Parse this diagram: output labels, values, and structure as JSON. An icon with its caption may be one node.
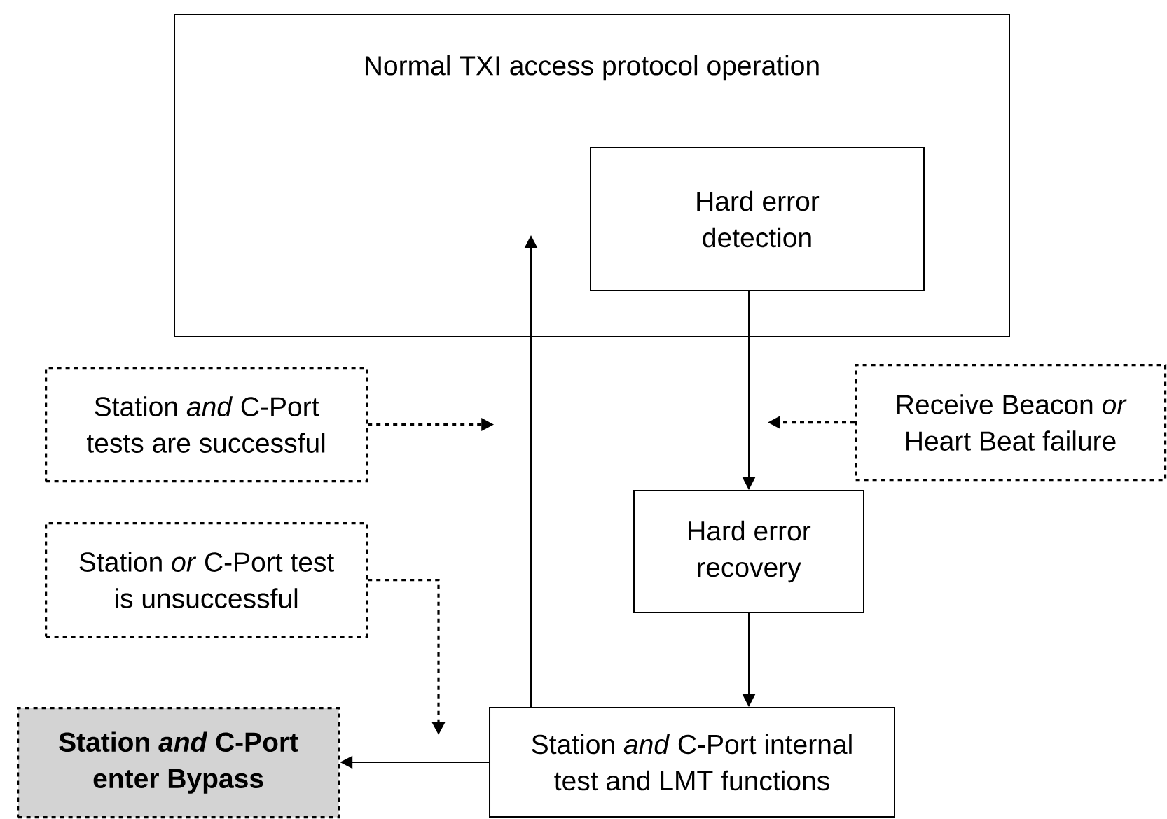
{
  "diagram": {
    "nodes": [
      {
        "text": [
          "Normal TXI access protocol operation"
        ]
      },
      {
        "text": [
          "Hard error detection"
        ],
        "in": 0
      },
      {
        "text": [
          "Station *and* C-Port tests are successful"
        ]
      },
      {
        "text": [
          "Receive Beacon *or* Heart Beat failure"
        ]
      },
      {
        "text": [
          "Hard error recovery"
        ]
      },
      {
        "text": [
          "Station *or* C-Port test is unsuccessful"
        ]
      },
      {
        "text": [
          "Station *and* C-Port enter Bypass"
        ]
      },
      {
        "text": [
          "Station *and* C-Port internal test and LMT functions"
        ]
      }
    ],
    "edges": [
      {
        "from": 1,
        "to": 4,
        "arrow": "to"
      },
      {
        "from": 4,
        "to": 7,
        "arrow": "to"
      },
      {
        "from": 7,
        "to": null,
        "arrow": "to"
      },
      {
        "from": 7,
        "to": 6,
        "arrow": "to"
      },
      {
        "from": 2,
        "to": null,
        "arrow": "to",
        "style": "dashed"
      },
      {
        "from": 3,
        "to": null,
        "arrow": "to",
        "style": "dashed"
      },
      {
        "from": 5,
        "to": null,
        "arrow": "to",
        "style": "dashed"
      }
    ]
  }
}
